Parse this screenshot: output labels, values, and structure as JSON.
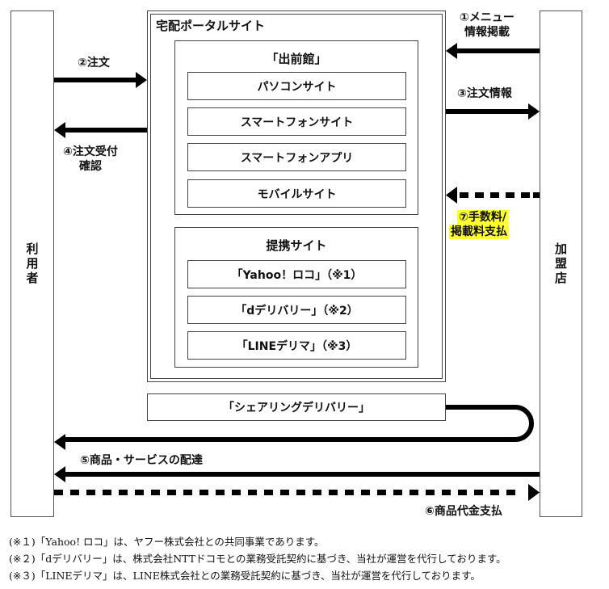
{
  "actors": {
    "user": "利用者",
    "store": "加盟店"
  },
  "portal": {
    "title": "宅配ポータルサイト",
    "demaecan": {
      "title": "「出前館」",
      "items": [
        "パソコンサイト",
        "スマートフォンサイト",
        "スマートフォンアプリ",
        "モバイルサイト"
      ]
    },
    "partner": {
      "title": "提携サイト",
      "items": [
        "「Yahoo！ロコ」（※1）",
        "「dデリバリー」（※2）",
        "「LINEデリマ」（※3）"
      ]
    }
  },
  "share_delivery": "「シェアリングデリバリー」",
  "flows": {
    "f1": [
      "①メニュー",
      "情報掲載"
    ],
    "f2": "②注文",
    "f3": "③注文情報",
    "f4": [
      "④注文受付",
      "確認"
    ],
    "f5": "⑤商品・サービスの配達",
    "f6": "⑥商品代金支払",
    "f7": [
      "⑦手数料/",
      "掲載料支払"
    ]
  },
  "colors": {
    "highlight": "#ffff33",
    "arrow": "#000000",
    "border": "#444444"
  },
  "notes": [
    "(※１)「Yahoo! ロコ」は、ヤフー株式会社との共同事業であります。",
    "(※２)「dデリバリー」は、株式会社NTTドコモとの業務受託契約に基づき、当社が運営を代行しております。",
    "(※３)「LINEデリマ」は、LINE株式会社との業務受託契約に基づき、当社が運営を代行しております。"
  ]
}
